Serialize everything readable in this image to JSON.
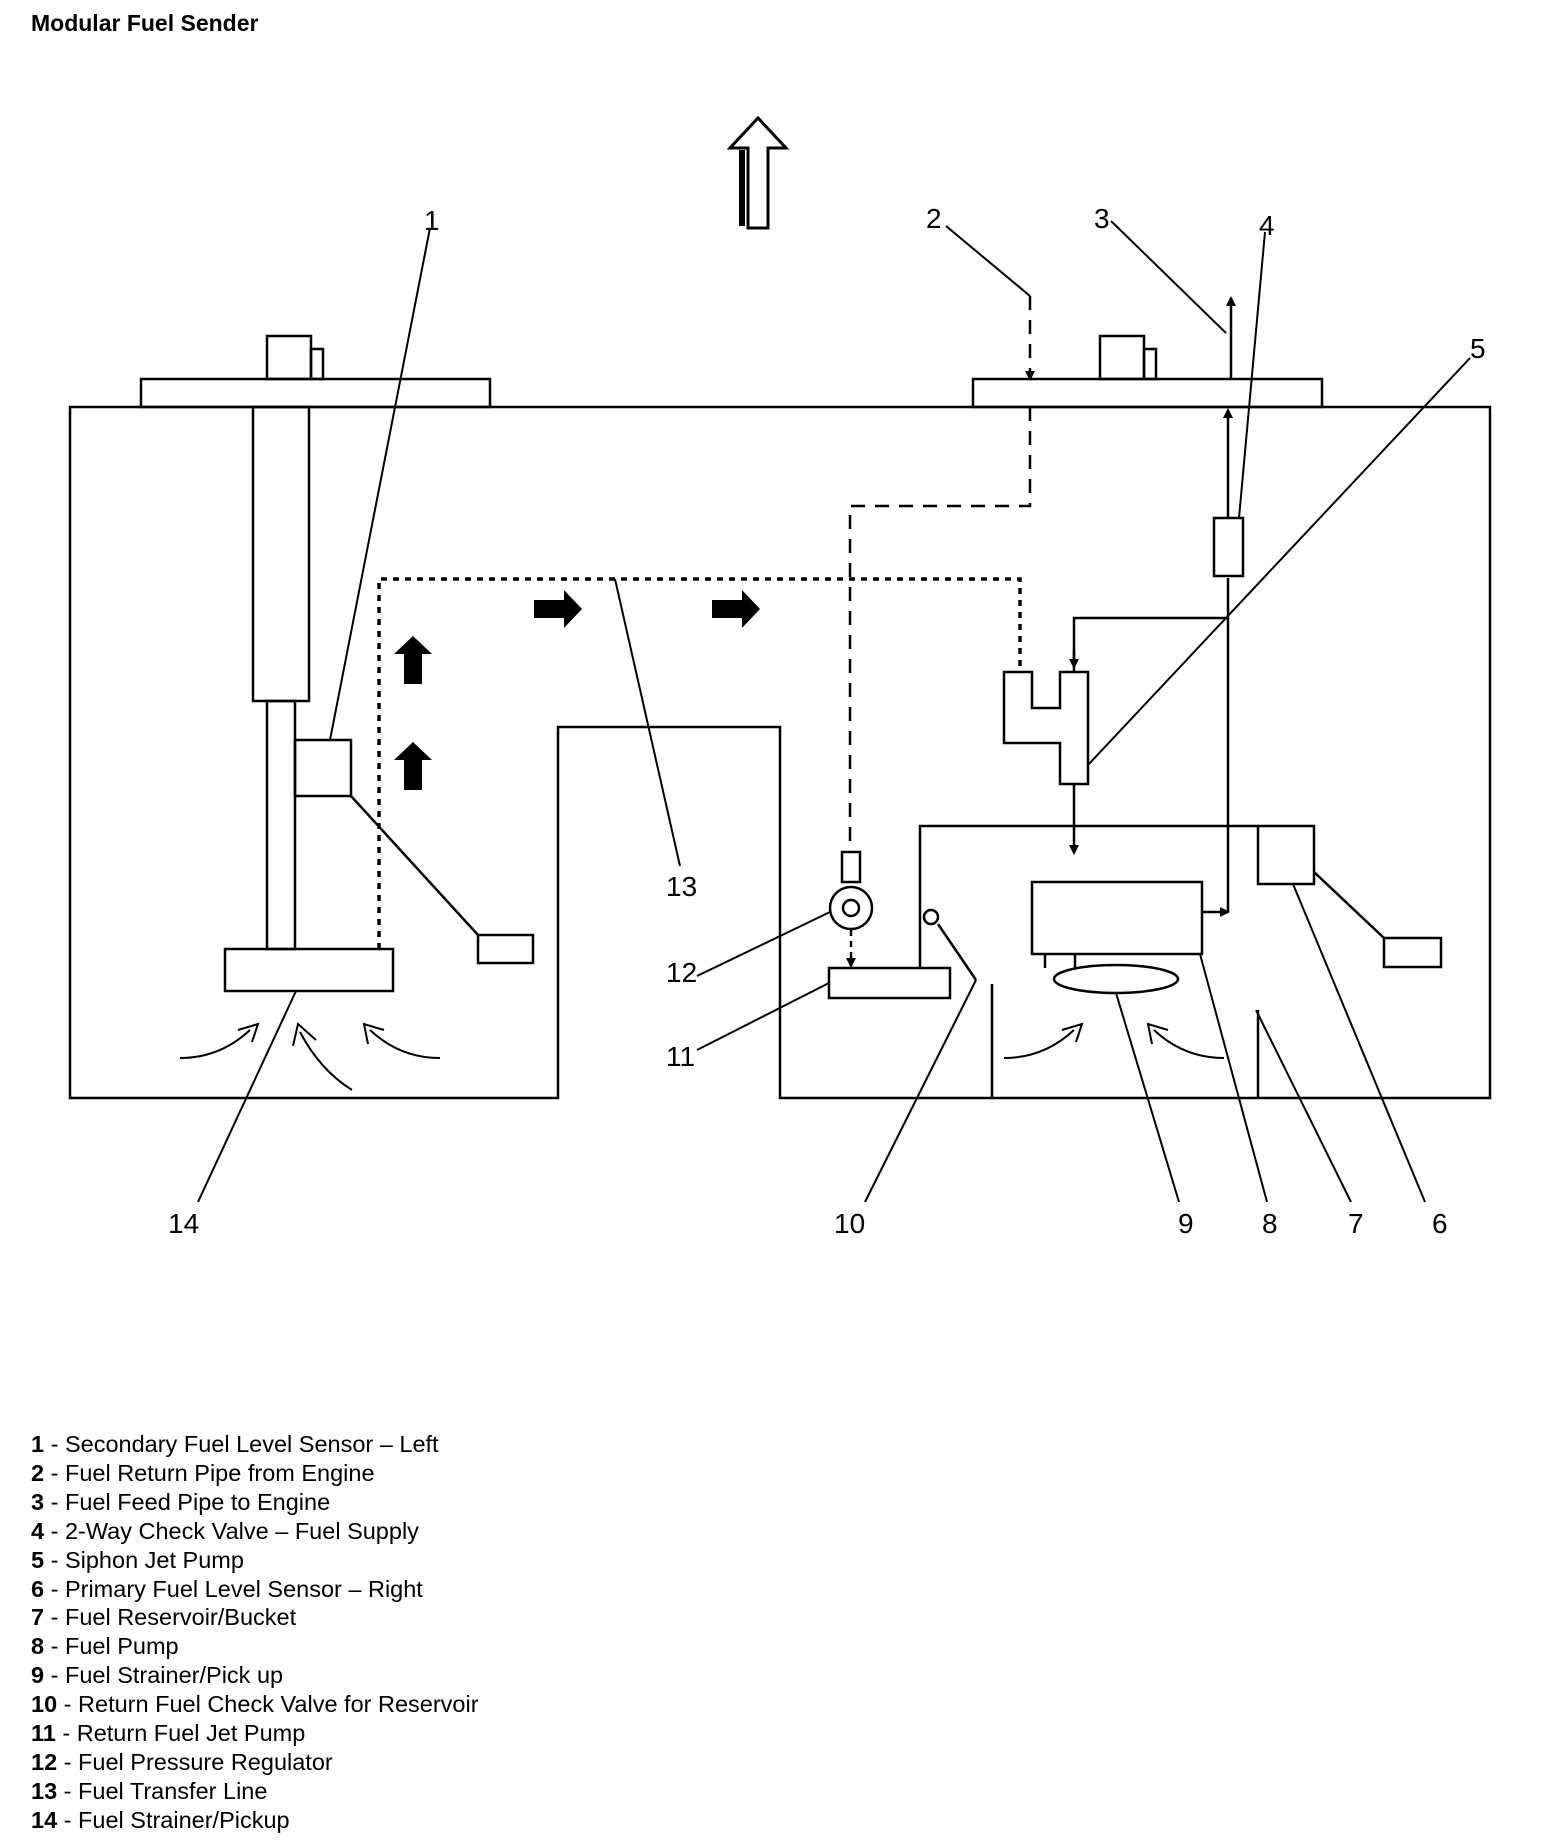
{
  "title": "Modular Fuel Sender",
  "callouts": [
    "1",
    "2",
    "3",
    "4",
    "5",
    "6",
    "7",
    "8",
    "9",
    "10",
    "11",
    "12",
    "13",
    "14"
  ],
  "legend": [
    {
      "num": "1",
      "text": " - Secondary Fuel Level Sensor – Left"
    },
    {
      "num": "2",
      "text": " - Fuel Return Pipe from Engine"
    },
    {
      "num": "3",
      "text": " - Fuel Feed Pipe to Engine"
    },
    {
      "num": "4",
      "text": " - 2-Way Check Valve – Fuel Supply"
    },
    {
      "num": "5",
      "text": " - Siphon Jet Pump"
    },
    {
      "num": "6",
      "text": " - Primary Fuel Level Sensor – Right"
    },
    {
      "num": "7",
      "text": " - Fuel Reservoir/Bucket"
    },
    {
      "num": "8",
      "text": " - Fuel Pump"
    },
    {
      "num": "9",
      "text": " - Fuel Strainer/Pick up"
    },
    {
      "num": "10",
      "text": " - Return Fuel Check Valve for Reservoir"
    },
    {
      "num": "11",
      "text": " - Return Fuel Jet Pump"
    },
    {
      "num": "12",
      "text": " - Fuel Pressure Regulator"
    },
    {
      "num": "13",
      "text": " - Fuel Transfer Line"
    },
    {
      "num": "14",
      "text": " - Fuel Strainer/Pickup"
    }
  ]
}
